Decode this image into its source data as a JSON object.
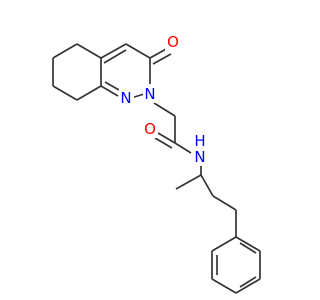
{
  "colors": {
    "background": "#ffffff",
    "bond": "#333333",
    "oxygen": "#ff0000",
    "nitrogen": "#0000ff",
    "carbon": "#333333"
  },
  "atoms": {
    "oxygen_ketone": "O",
    "nitrogen_ring_2": "N",
    "nitrogen_ring_1": "N",
    "oxygen_amide": "O",
    "nitrogen_amide": "N",
    "hydrogen_amide": "H"
  }
}
